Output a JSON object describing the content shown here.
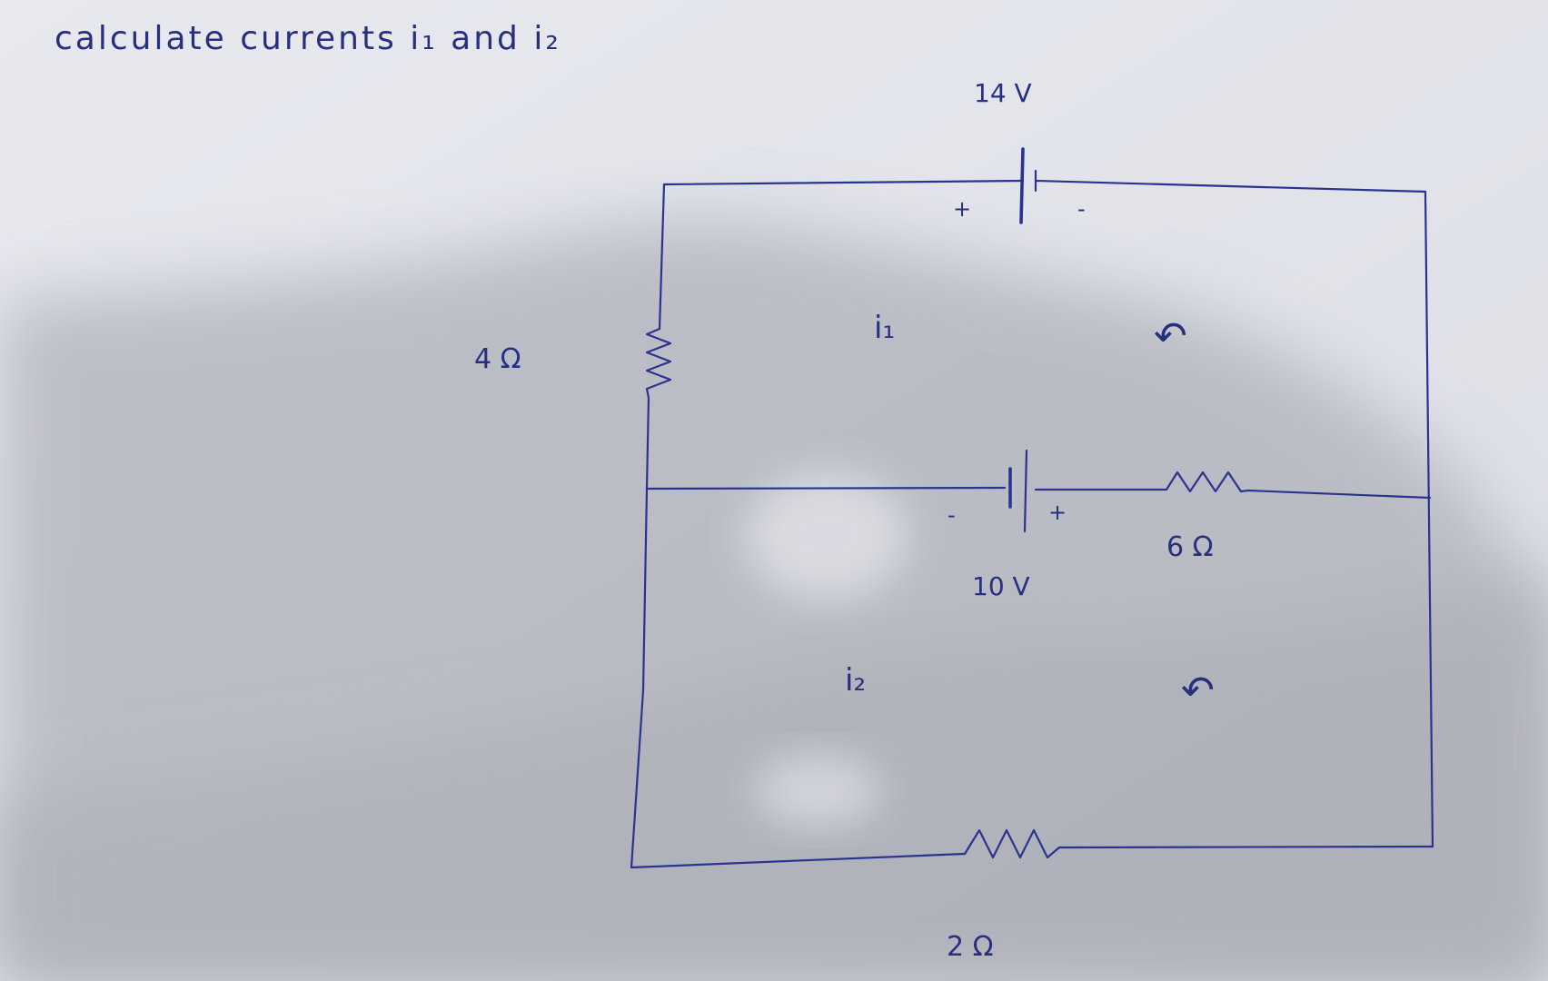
{
  "colors": {
    "paper_light": "#e9ebf1",
    "paper_shadow": "#a7a9b2",
    "ink": "#2b3390"
  },
  "problem": {
    "prompt": "calculate currents i₁ and i₂"
  },
  "circuit": {
    "source_top": {
      "label": "14 V",
      "plus": "+",
      "minus": "-"
    },
    "source_middle": {
      "label": "10 V",
      "plus": "+",
      "minus": "-"
    },
    "resistor_left": {
      "label": "4 Ω"
    },
    "resistor_middle_right": {
      "label": "6 Ω"
    },
    "resistor_bottom": {
      "label": "2 Ω"
    },
    "loop_currents": {
      "upper": "i₁",
      "lower": "i₂"
    },
    "direction_marks": {
      "upper": "↶",
      "lower": "↶"
    }
  }
}
